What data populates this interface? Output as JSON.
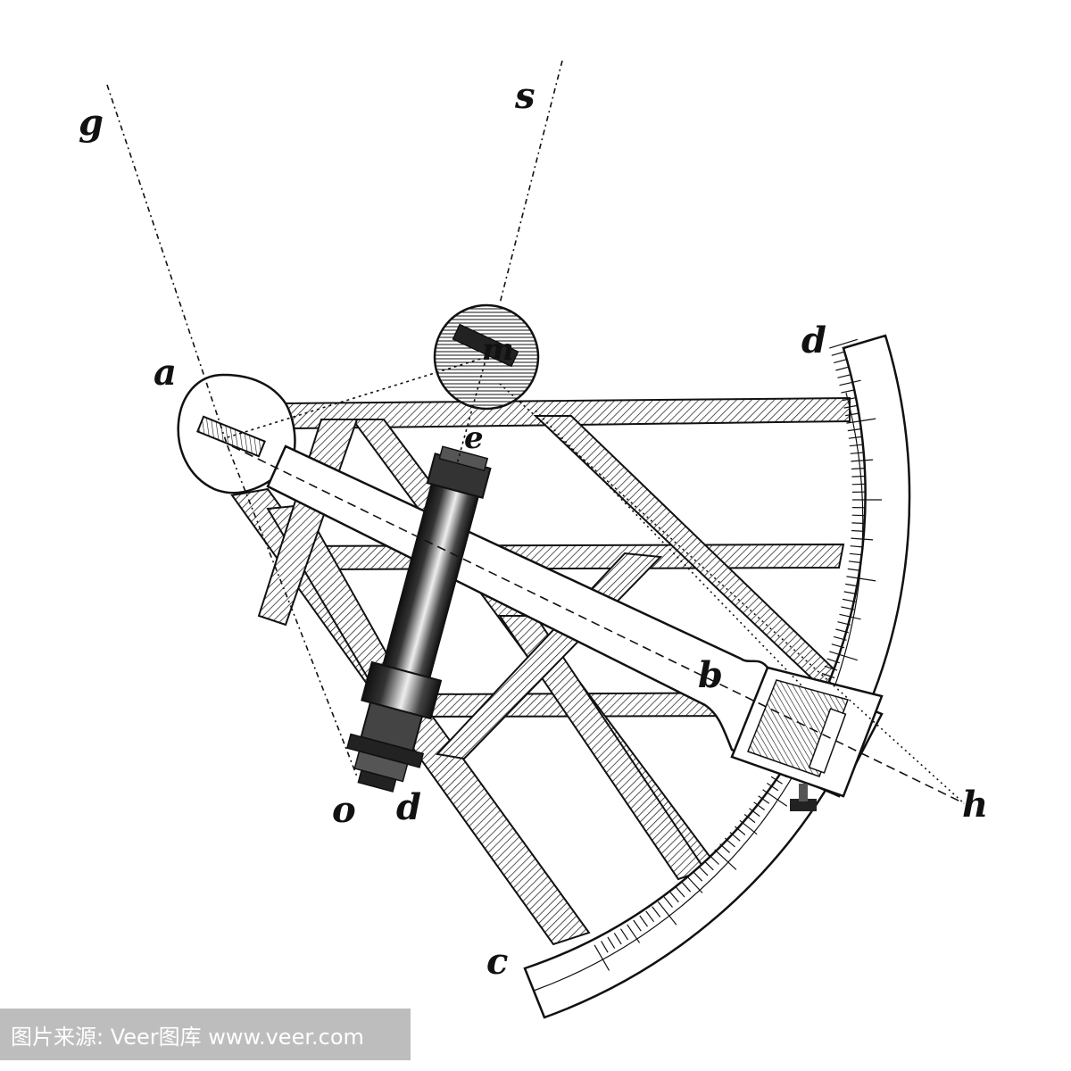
{
  "figure": {
    "labels": {
      "g": "g",
      "s": "s",
      "m": "m",
      "a": "a",
      "d_top": "d",
      "e": "e",
      "b": "b",
      "h": "h",
      "o": "o",
      "d_bottom": "d",
      "c": "c"
    },
    "colors": {
      "ink": "#111111",
      "paper": "#ffffff",
      "watermark_bg": "#bdbdbd"
    }
  },
  "watermark": {
    "text": "图片来源: Veer图库 www.veer.com"
  }
}
